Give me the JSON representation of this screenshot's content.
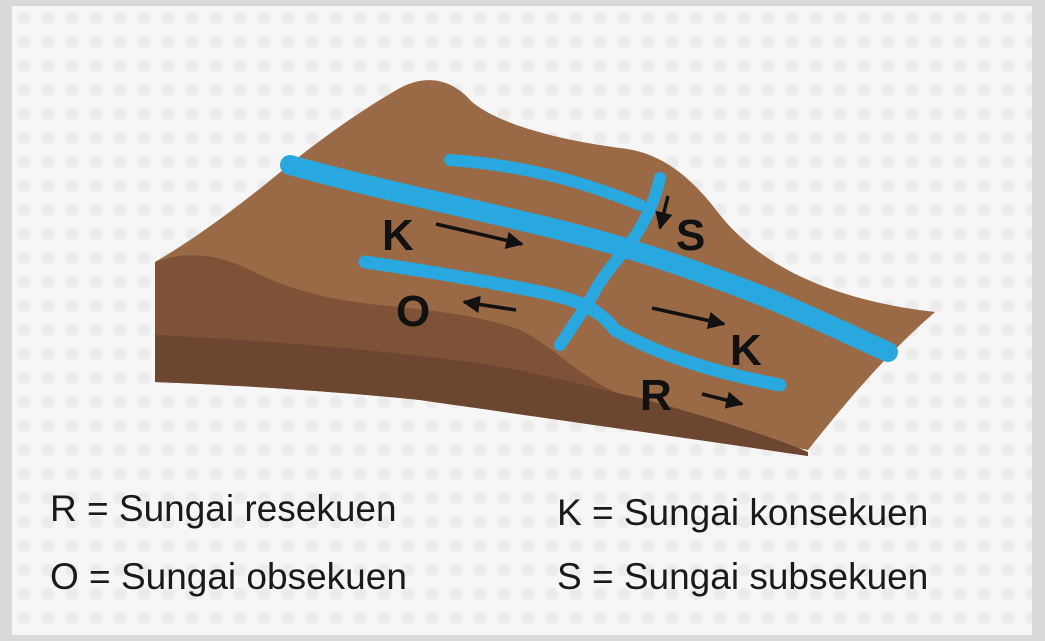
{
  "diagram": {
    "labels": {
      "k_left": "K",
      "k_right": "K",
      "s": "S",
      "o": "O",
      "r": "R"
    },
    "colors": {
      "land_top": "#9a6a47",
      "land_side": "#7d5237",
      "land_shadow": "#6c4630",
      "river": "#29a8e0",
      "text": "#111111"
    }
  },
  "legend": {
    "r": "R = Sungai resekuen",
    "o": "O = Sungai obsekuen",
    "k": "K = Sungai konsekuen",
    "s": "S = Sungai subsekuen"
  }
}
